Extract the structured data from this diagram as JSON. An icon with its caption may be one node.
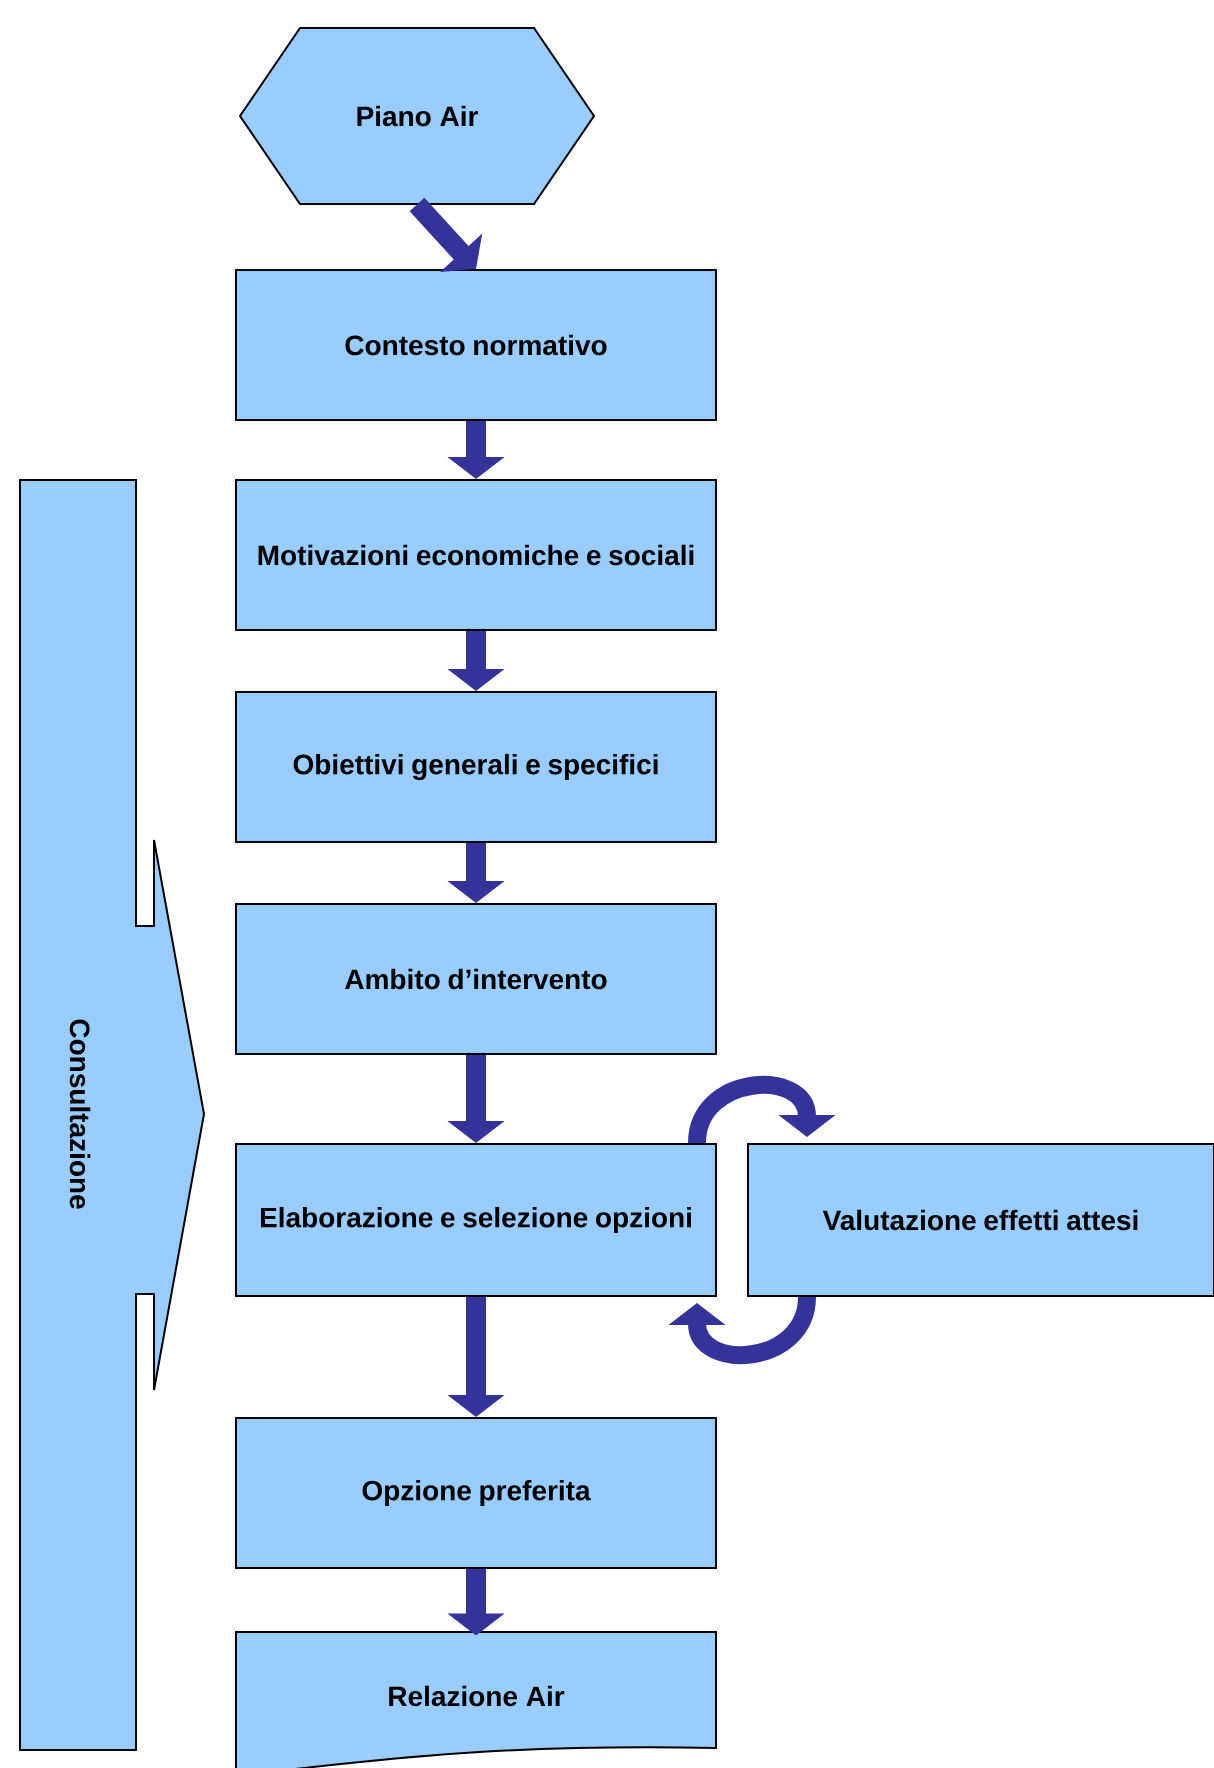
{
  "diagram": {
    "nodes": [
      {
        "text": [
          "Piano Air"
        ]
      },
      {
        "text": [
          "Contesto normativo"
        ]
      },
      {
        "text": [
          "Motivazioni economiche e sociali"
        ]
      },
      {
        "text": [
          "Obiettivi generali e specifici"
        ]
      },
      {
        "text": [
          "Ambito d’intervento"
        ]
      },
      {
        "text": [
          "Elaborazione e selezione opzioni"
        ]
      },
      {
        "text": [
          "Valutazione effetti attesi"
        ]
      },
      {
        "text": [
          "Opzione preferita"
        ]
      },
      {
        "text": [
          "Relazione Air"
        ]
      },
      {
        "text": [
          "Consultazione"
        ]
      }
    ],
    "edges": [
      {
        "from": 0,
        "to": 1,
        "arrow": "to"
      },
      {
        "from": 1,
        "to": 2,
        "arrow": "to"
      },
      {
        "from": 2,
        "to": 3,
        "arrow": "to"
      },
      {
        "from": 3,
        "to": 4,
        "arrow": "to"
      },
      {
        "from": 4,
        "to": 5,
        "arrow": "to"
      },
      {
        "from": 5,
        "to": 6,
        "arrow": "to"
      },
      {
        "from": 6,
        "to": 5,
        "arrow": "to"
      },
      {
        "from": 5,
        "to": 7,
        "arrow": "to"
      },
      {
        "from": 7,
        "to": 8,
        "arrow": "to"
      }
    ]
  }
}
